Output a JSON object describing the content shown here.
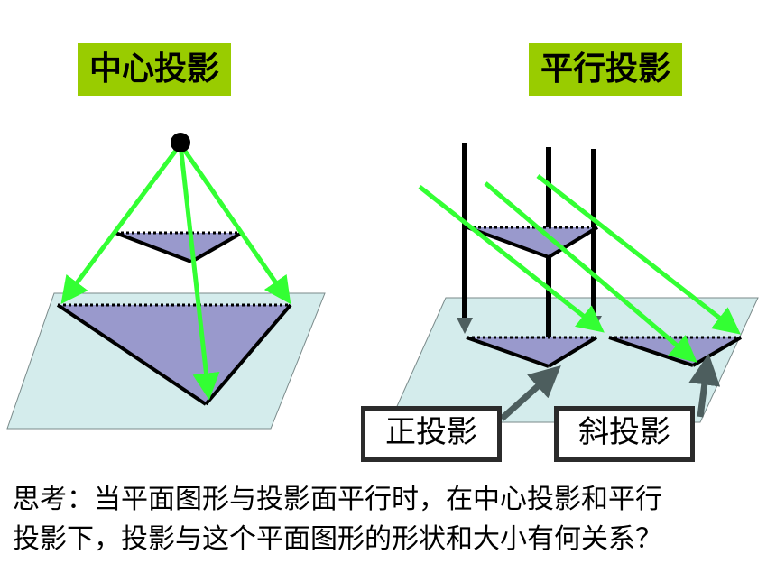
{
  "titles": {
    "center": "中心投影",
    "parallel": "平行投影"
  },
  "labels": {
    "orthographic": "正投影",
    "oblique": "斜投影"
  },
  "question": {
    "line1": "思考：当平面图形与投影面平行时，在中心投影和平行",
    "line2": "投影下，投影与这个平面图形的形状和大小有何关系？"
  },
  "colors": {
    "title_bg": "#99cc00",
    "plane_fill": "#d4ecec",
    "triangle_fill": "#9999cc",
    "ray_green": "#33ff33",
    "ray_dark": "#000000",
    "pointer_gray": "#4d5e5e"
  }
}
